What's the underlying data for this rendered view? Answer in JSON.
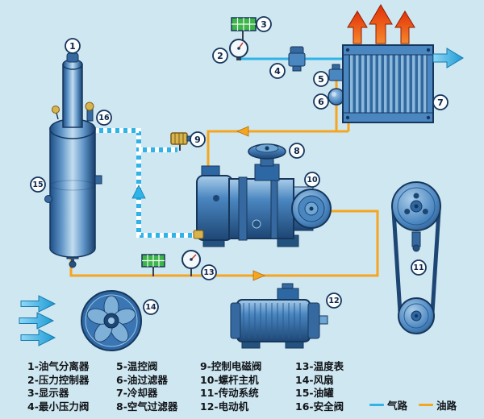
{
  "colors": {
    "background": "#cfe7f1",
    "air_path": "#2fb3e8",
    "oil_path": "#f6a51f",
    "display_green": "#3cb549",
    "hot_air_red": "#e23108",
    "machine_navy": "#16365c"
  },
  "callouts": [
    "1",
    "2",
    "3",
    "4",
    "5",
    "6",
    "7",
    "8",
    "9",
    "10",
    "11",
    "12",
    "13",
    "14",
    "15",
    "16"
  ],
  "legend": {
    "columns": [
      [
        "1-油气分离器",
        "2-压力控制器",
        "3-显示器",
        "4-最小压力阀"
      ],
      [
        "5-温控阀",
        "6-油过滤器",
        "7-冷却器",
        "8-空气过滤器"
      ],
      [
        "9-控制电磁阀",
        "10-螺杆主机",
        "11-传动系统",
        "12-电动机"
      ],
      [
        "13-温度表",
        "14-风扇",
        "15-油罐",
        "16-安全阀"
      ]
    ],
    "line_keys": [
      {
        "label": "气路",
        "type": "air"
      },
      {
        "label": "油路",
        "type": "oil"
      }
    ]
  }
}
